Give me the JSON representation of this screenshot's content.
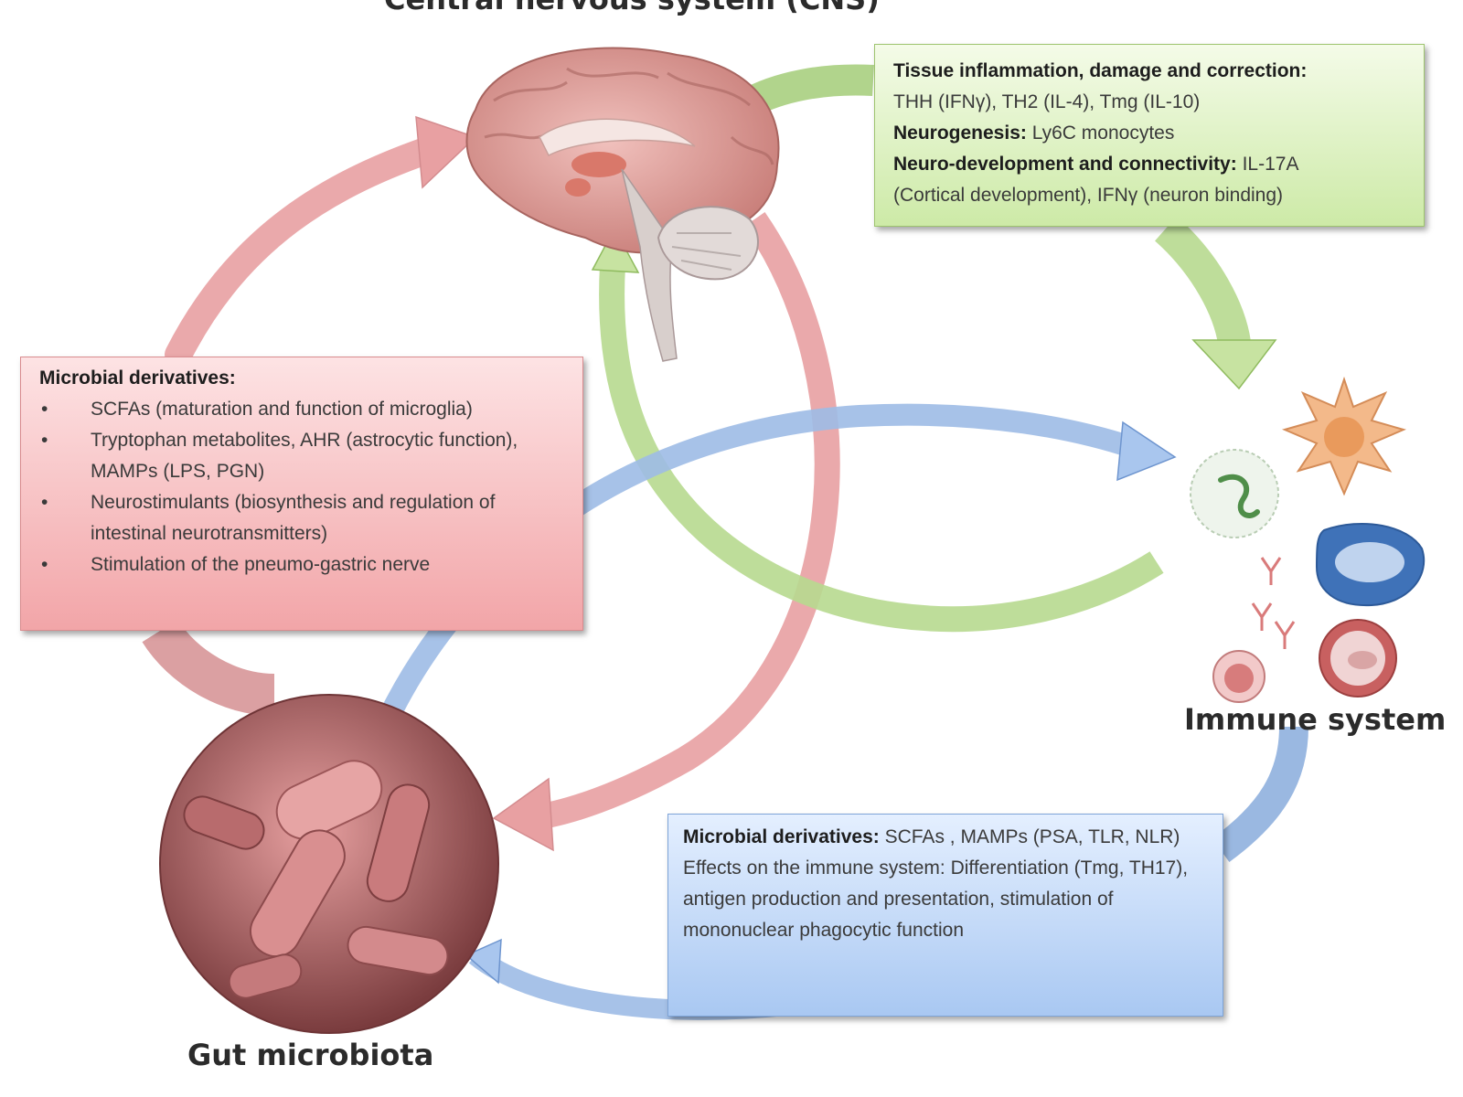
{
  "nodes": {
    "cns": "Central nervous system (CNS)",
    "immune": "Immune system",
    "gut": "Gut microbiota"
  },
  "cns_to_immune": {
    "line1_head": "Tissue inflammation, damage and correction:",
    "line2": "THH (IFNγ), TH2 (IL-4), Tmg (IL-10)",
    "line3_head": "Neurogenesis:",
    "line3_text": "Ly6C monocytes",
    "line4_head": "Neuro-development and connectivity:",
    "line4_text": "IL-17A",
    "line5": "(Cortical development), IFNγ (neuron binding)"
  },
  "gut_to_cns": {
    "title": "Microbial derivatives:",
    "items": [
      "SCFAs (maturation and function of microglia)",
      "Tryptophan metabolites, AHR (astrocytic function), MAMPs (LPS, PGN)",
      "Neurostimulants (biosynthesis and regulation of intestinal neurotransmitters)",
      "Stimulation of the pneumo-gastric nerve"
    ]
  },
  "gut_to_immune": {
    "title": "Microbial derivatives:",
    "title_text": "SCFAs , MAMPs (PSA, TLR, NLR)",
    "body": "Effects on the immune system: Differentiation (Tmg, TH17), antigen production and presentation, stimulation of mononuclear phagocytic function"
  },
  "colors": {
    "red_arrow": "#e8a0a2",
    "green_arrow": "#b7d98f",
    "blue_arrow": "#9dbbe6"
  }
}
